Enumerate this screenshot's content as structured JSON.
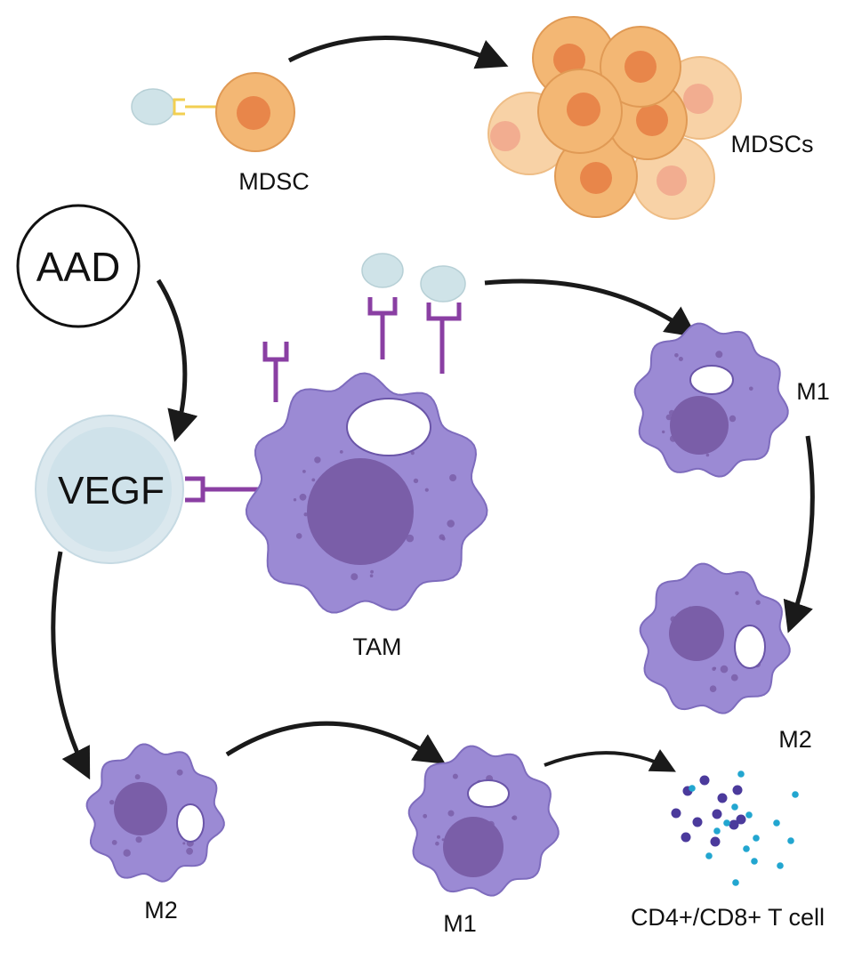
{
  "labels": {
    "mdsc": "MDSC",
    "mdscs": "MDSCs",
    "aad": "AAD",
    "vegf": "VEGF",
    "tam": "TAM",
    "m1_right": "M1",
    "m2_right": "M2",
    "m2_bottom": "M2",
    "m1_bottom": "M1",
    "t_cell": "CD4+/CD8+ T cell"
  },
  "colors": {
    "macrophage_fill": "#9b8ad4",
    "macrophage_stroke": "#7e6cbd",
    "nucleus": "#7a5ea8",
    "receptor": "#8a3fa3",
    "ligand": "#cfe3e8",
    "mdsc_fill": "#f3b774",
    "mdsc_nucleus": "#e8864a",
    "mdsc_pale": "#f8d2a6",
    "vegf_fill": "#cfe2ea",
    "dot_dark": "#4b3a9c",
    "dot_cyan": "#22a6d0",
    "arrow": "#1a1a1a"
  },
  "icons": {
    "tam": "macrophage-icon",
    "mdsc": "mdsc-cell-icon",
    "tcell": "t-cell-dots-icon"
  }
}
